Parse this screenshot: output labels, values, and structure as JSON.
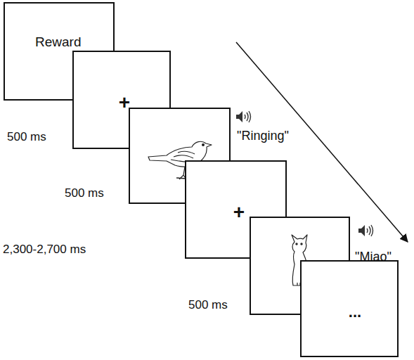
{
  "diagram": {
    "nodes": [
      {
        "text": [
          "Reward"
        ]
      },
      {
        "text": [
          "+"
        ]
      },
      {
        "text": [
          "\"Ringing\""
        ]
      },
      {
        "text": [
          "+"
        ]
      },
      {
        "text": [
          "\"Miao\""
        ]
      },
      {
        "text": [
          "..."
        ]
      }
    ],
    "edges": [],
    "labels": [
      "500 ms",
      "500 ms",
      "2,300-2,700 ms",
      "500 ms"
    ]
  }
}
